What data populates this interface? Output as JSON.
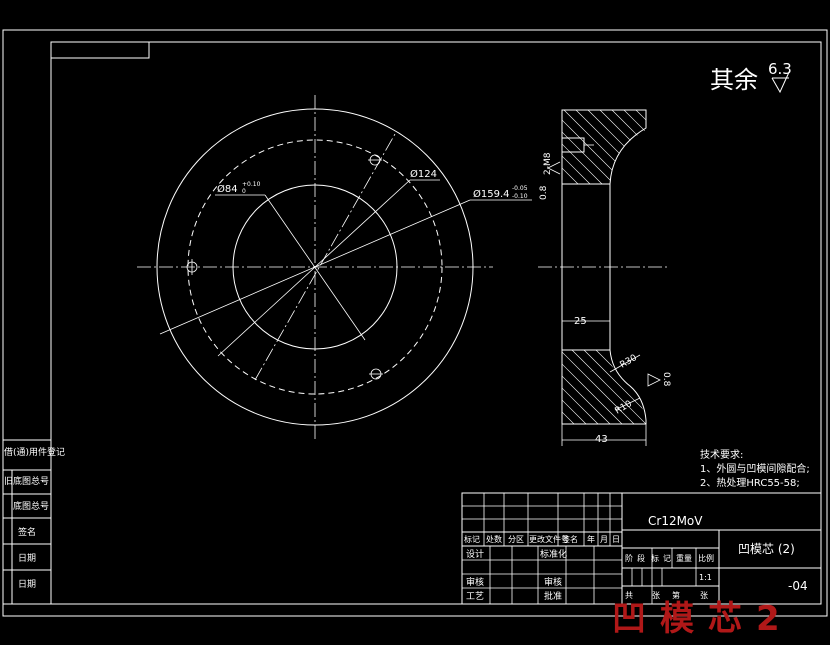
{
  "drawing": {
    "roughness_label": "其余",
    "roughness_value": "6.3",
    "dimensions": {
      "inner_dia": "Ø84",
      "inner_tol_upper": "+0.10",
      "inner_tol_lower": "0",
      "mid_dia": "Ø124",
      "outer_dia": "Ø159.4",
      "outer_tol_upper": "-0.05",
      "outer_tol_lower": "-0.10",
      "thread": "2-M8",
      "section_rough_top": "0.8",
      "section_rough_bottom": "0.8",
      "width_inner": "25",
      "width_outer": "43",
      "radius_large": "R30",
      "radius_small": "R10"
    },
    "technical_requirements": {
      "title": "技术要求:",
      "item1": "1、外圆与凹模间隙配合;",
      "item2": "2、热处理HRC55-58;"
    }
  },
  "left_margin": {
    "r1": "借(通)用件登记",
    "r2": "旧底图总号",
    "r3": "底图总号",
    "r4": "签名",
    "r5": "日期",
    "r6": "日期"
  },
  "title_block": {
    "material": "Cr12MoV",
    "part_name": "凹模芯 (2)",
    "drawing_number": "-04",
    "scale": "1:1",
    "rev_headers": [
      "标记",
      "处数",
      "分区",
      "更改文件号",
      "签名",
      "年",
      "月",
      "日"
    ],
    "role_design": "设计",
    "role_standard": "标准化",
    "role_check": "审核",
    "role_process": "工艺",
    "role_review": "审核",
    "role_approve": "批准",
    "role_extra": "",
    "stage_headers": [
      "阶",
      "段",
      "标",
      "记",
      "重量",
      "比例"
    ],
    "sheet_total": "共",
    "sheet_unit1": "张",
    "sheet_current": "第",
    "sheet_unit2": "张"
  },
  "watermark": "凹模芯2"
}
